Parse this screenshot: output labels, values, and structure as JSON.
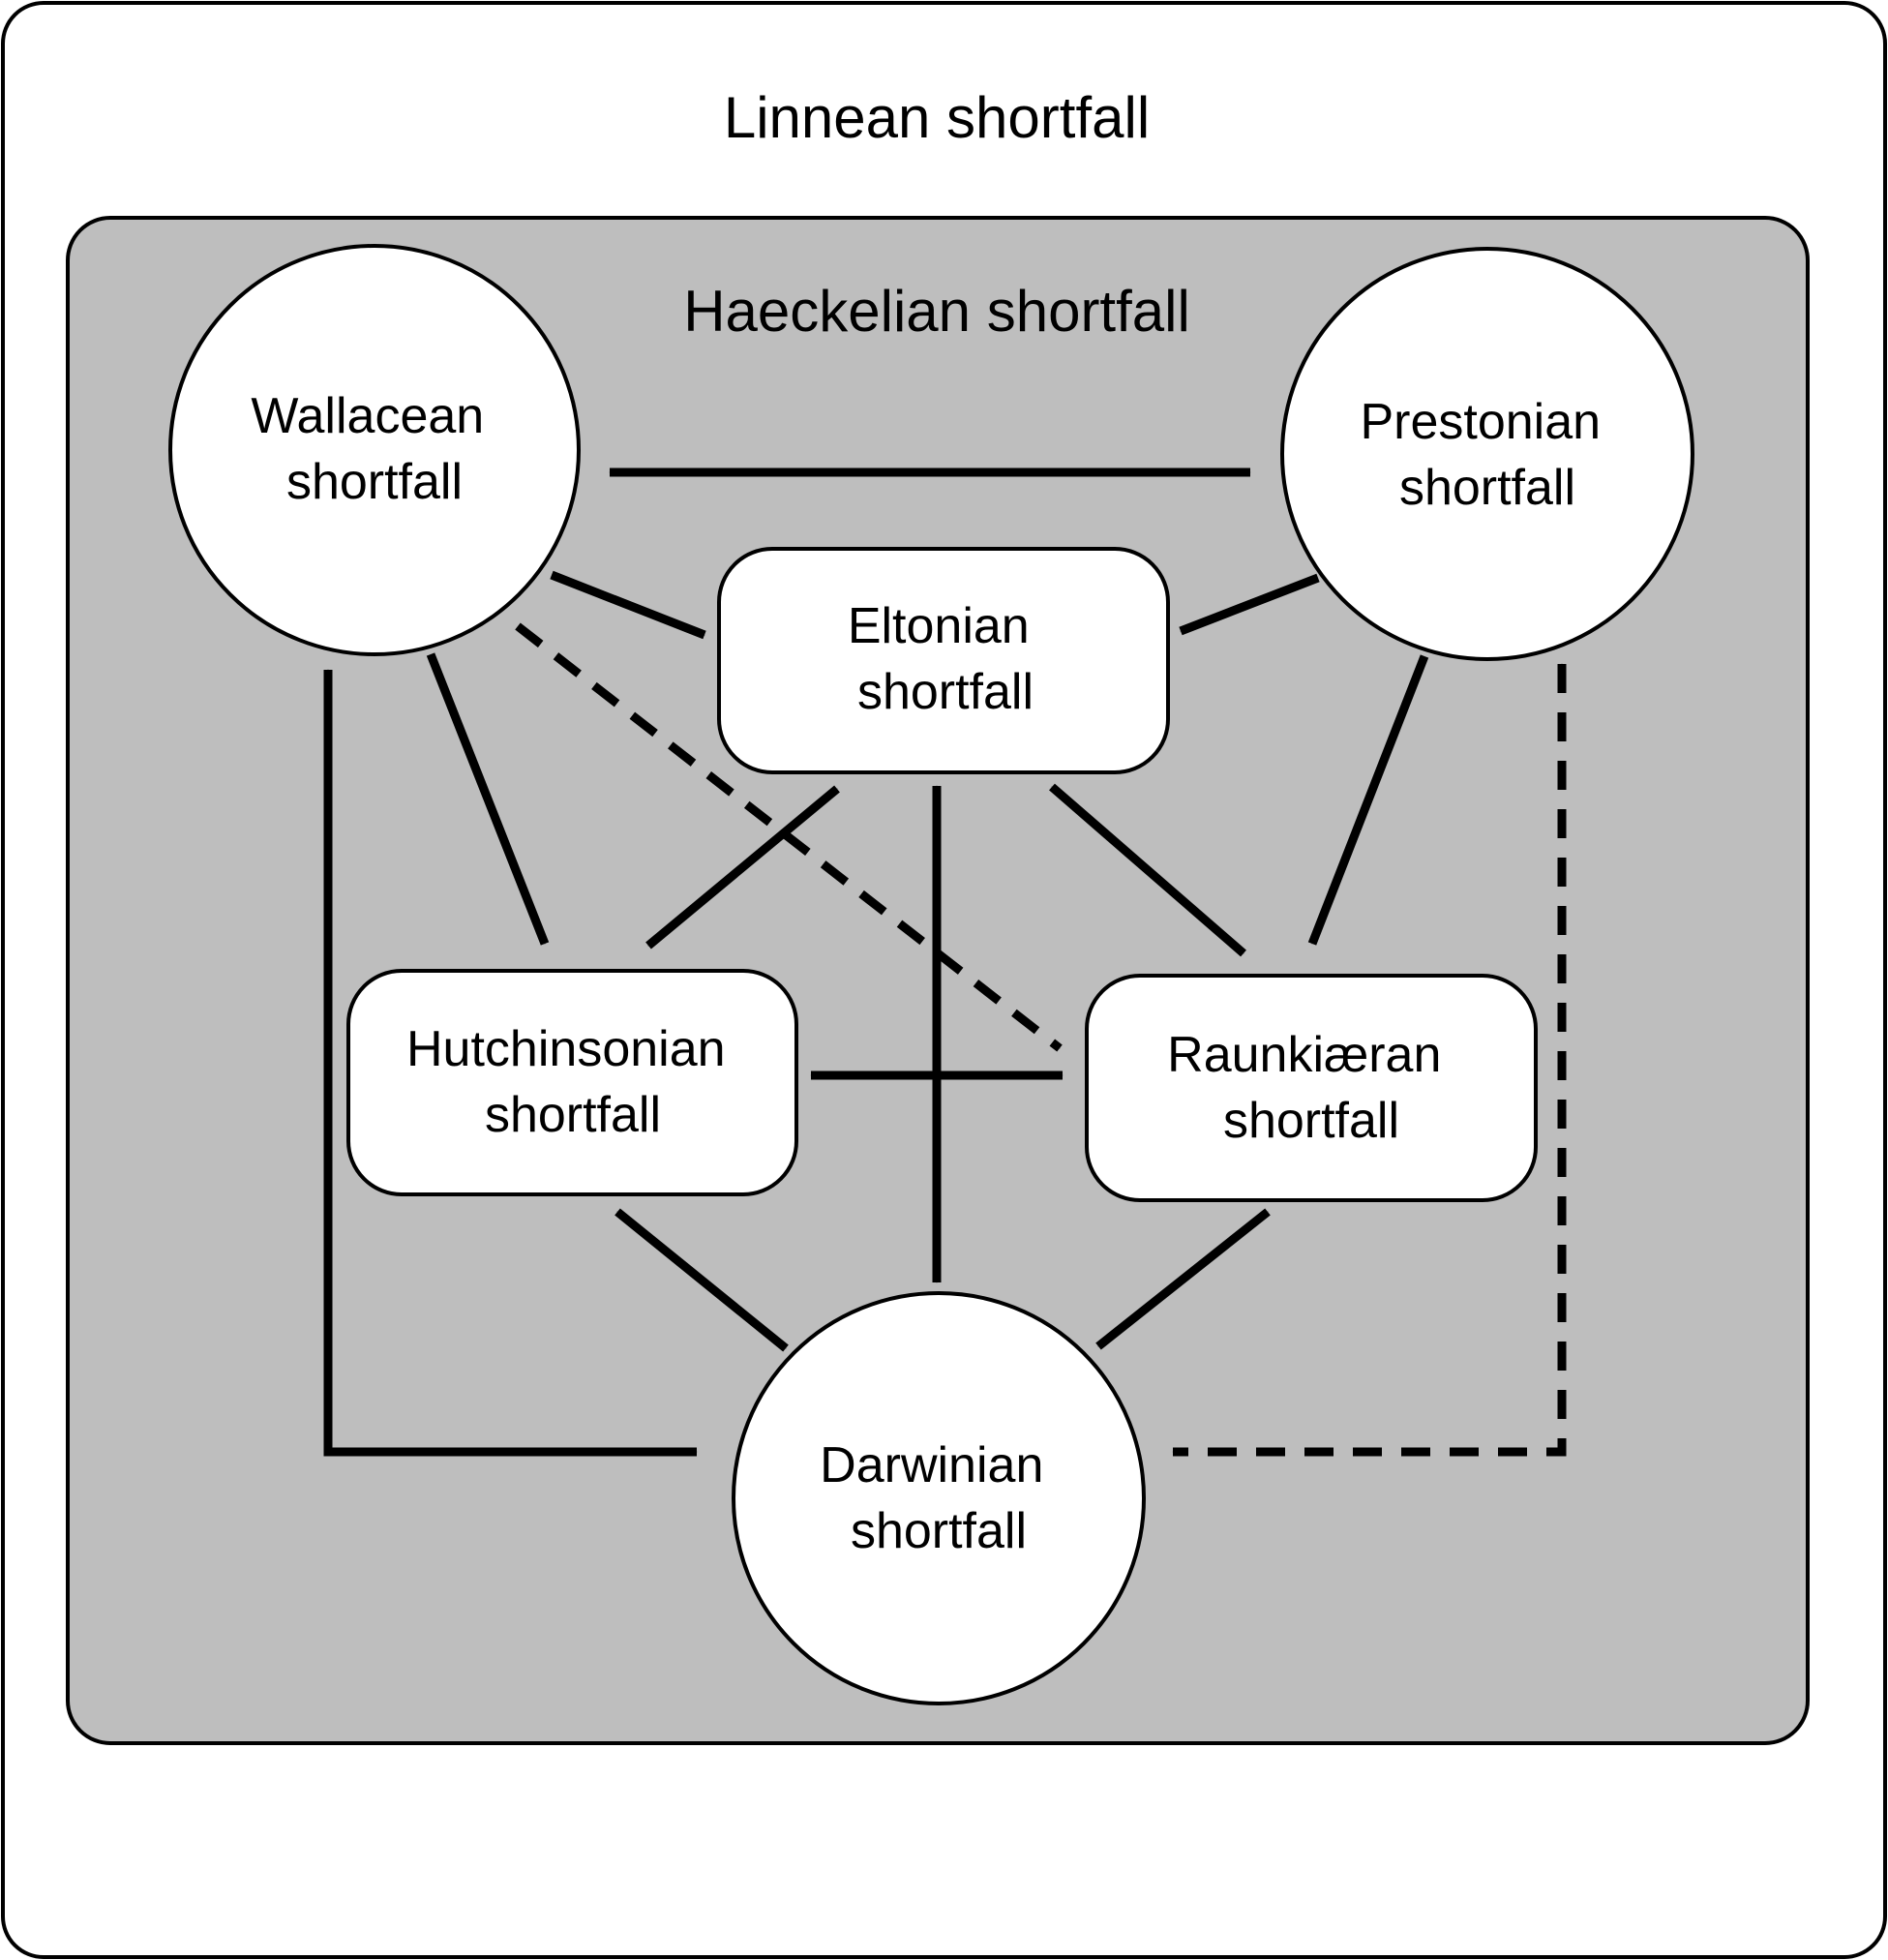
{
  "outer": {
    "title": "Linnean shortfall"
  },
  "inner": {
    "title": "Haeckelian shortfall",
    "fill": "#bebebe"
  },
  "nodes": {
    "wallacean": {
      "line1": "Wallacean",
      "line2": "shortfall",
      "shape": "circle"
    },
    "prestonian": {
      "line1": "Prestonian",
      "line2": "shortfall",
      "shape": "circle"
    },
    "eltonian": {
      "line1": "Eltonian",
      "line2": "shortfall",
      "shape": "rounded-rect"
    },
    "hutchinsonian": {
      "line1": "Hutchinsonian",
      "line2": "shortfall",
      "shape": "rounded-rect"
    },
    "raunkiaeran": {
      "line1": "Raunkiæran",
      "line2": "shortfall",
      "shape": "rounded-rect"
    },
    "darwinian": {
      "line1": "Darwinian",
      "line2": "shortfall",
      "shape": "circle"
    }
  },
  "edges": [
    {
      "from": "wallacean",
      "to": "prestonian",
      "direction": "both",
      "style": "solid"
    },
    {
      "from": "wallacean",
      "to": "eltonian",
      "direction": "forward",
      "style": "solid"
    },
    {
      "from": "prestonian",
      "to": "eltonian",
      "direction": "forward",
      "style": "solid"
    },
    {
      "from": "wallacean",
      "to": "hutchinsonian",
      "direction": "forward",
      "style": "solid"
    },
    {
      "from": "wallacean",
      "to": "raunkiaeran",
      "direction": "forward",
      "style": "dashed"
    },
    {
      "from": "prestonian",
      "to": "raunkiaeran",
      "direction": "forward",
      "style": "solid"
    },
    {
      "from": "eltonian",
      "to": "hutchinsonian",
      "direction": "both",
      "style": "solid"
    },
    {
      "from": "eltonian",
      "to": "raunkiaeran",
      "direction": "both",
      "style": "solid"
    },
    {
      "from": "eltonian",
      "to": "darwinian",
      "direction": "both",
      "style": "solid"
    },
    {
      "from": "hutchinsonian",
      "to": "raunkiaeran",
      "direction": "both",
      "style": "solid"
    },
    {
      "from": "hutchinsonian",
      "to": "darwinian",
      "direction": "both",
      "style": "solid"
    },
    {
      "from": "raunkiaeran",
      "to": "darwinian",
      "direction": "both",
      "style": "solid"
    },
    {
      "from": "wallacean",
      "to": "darwinian",
      "direction": "both",
      "style": "solid"
    },
    {
      "from": "prestonian",
      "to": "darwinian",
      "direction": "both",
      "style": "dashed"
    }
  ]
}
